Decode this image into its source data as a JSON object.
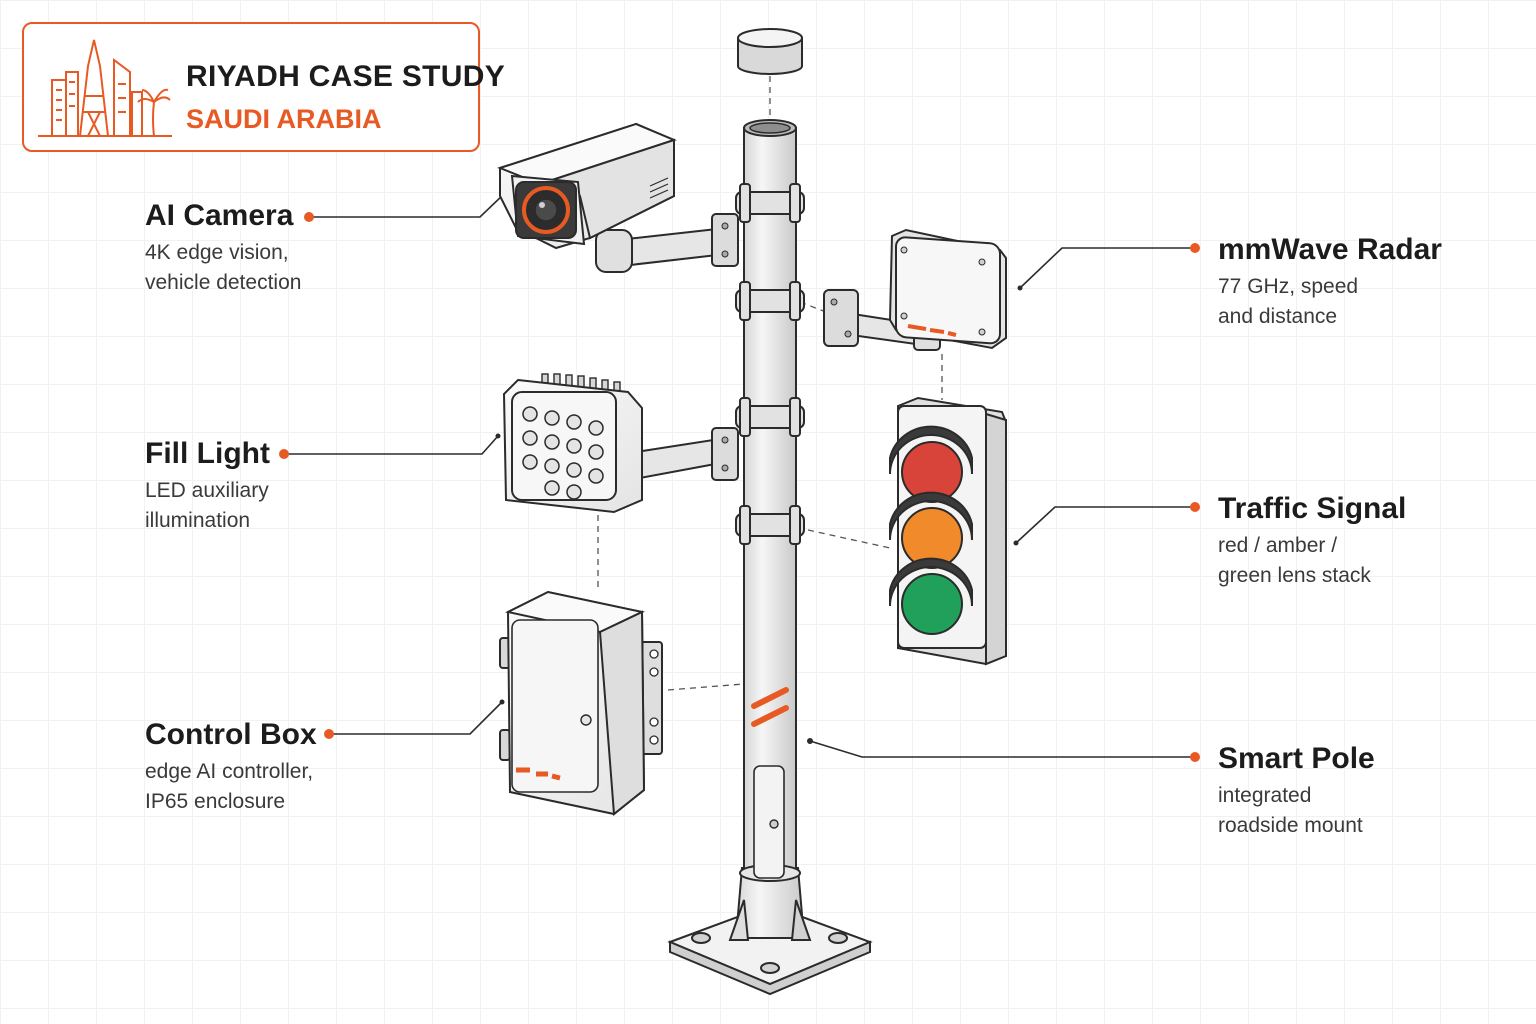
{
  "header": {
    "title": "RIYADH CASE STUDY",
    "subtitle": "SAUDI ARABIA",
    "icon": "riyadh-skyline-icon"
  },
  "colors": {
    "accent": "#e85a24",
    "stroke": "#2b2b2b",
    "signal_red": "#d9443a",
    "signal_amber": "#f08a2a",
    "signal_green": "#20a05a"
  },
  "callouts": {
    "ai_camera": {
      "title": "AI Camera",
      "desc1": "4K edge vision,",
      "desc2": "vehicle detection"
    },
    "fill_light": {
      "title": "Fill Light",
      "desc1": "LED auxiliary",
      "desc2": "illumination"
    },
    "control_box": {
      "title": "Control Box",
      "desc1": "edge AI controller,",
      "desc2": "IP65 enclosure"
    },
    "radar": {
      "title": "mmWave Radar",
      "desc1": "77 GHz, speed",
      "desc2": "and distance"
    },
    "traffic_signal": {
      "title": "Traffic Signal",
      "desc1": "red / amber /",
      "desc2": "green lens stack"
    },
    "smart_pole": {
      "title": "Smart Pole",
      "desc1": "integrated",
      "desc2": "roadside mount"
    }
  }
}
